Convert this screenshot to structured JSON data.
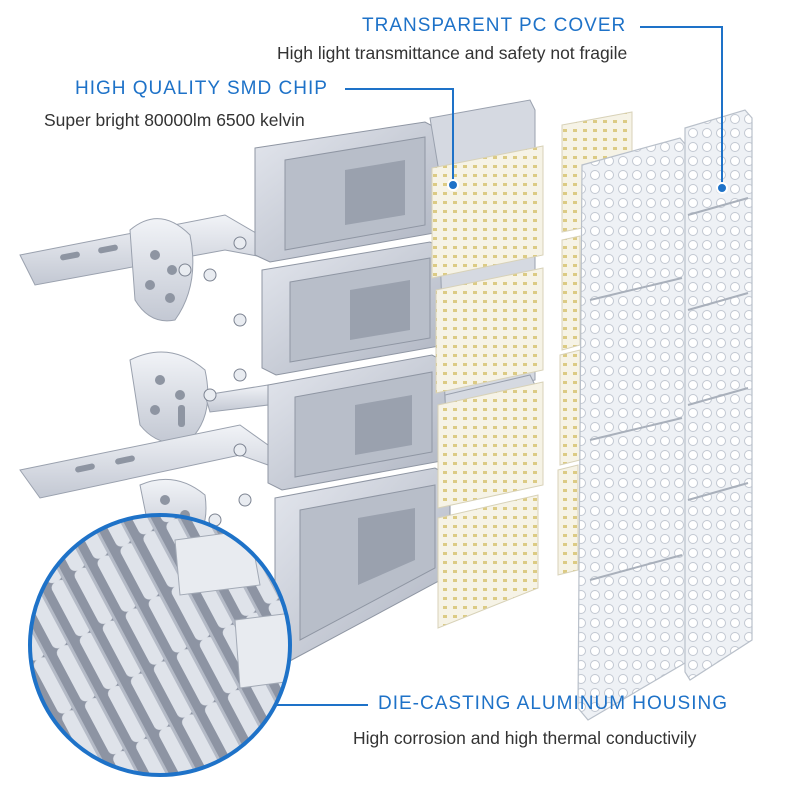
{
  "colors": {
    "accent": "#1e72c8",
    "housing": "#c9ced8",
    "housing_dark": "#8f96a3",
    "led_board": "#f4f1e4",
    "led_chip": "#e0cf8a",
    "lens": "#eef1f5",
    "text": "#333333"
  },
  "callouts": {
    "pc_cover": {
      "title": "TRANSPARENT PC COVER",
      "description": "High light transmittance and safety not fragile"
    },
    "smd_chip": {
      "title": "HIGH QUALITY SMD CHIP",
      "description": "Super bright 80000lm 6500 kelvin"
    },
    "housing": {
      "title": "DIE-CASTING ALUMINUM HOUSING",
      "description": "High corrosion and high thermal conductivily"
    }
  }
}
